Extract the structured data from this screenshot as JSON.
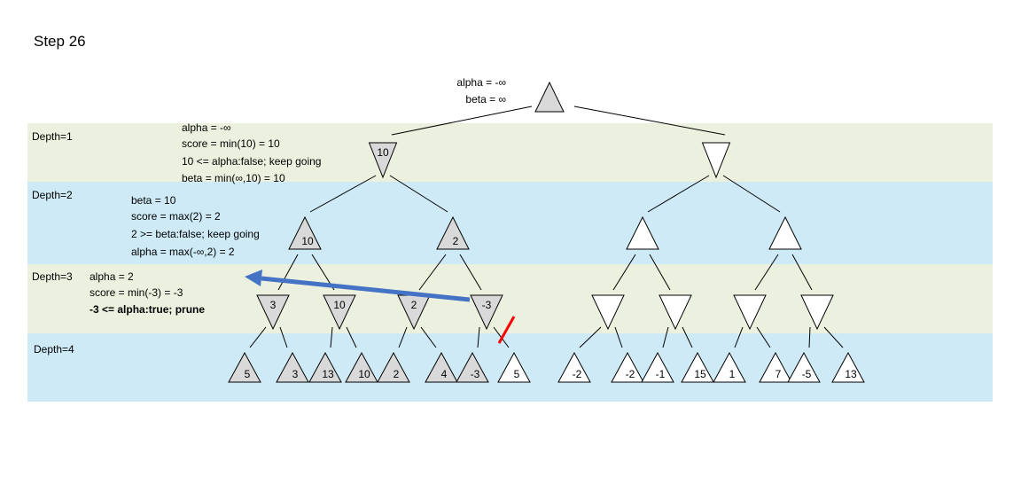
{
  "title": "Step 26",
  "root_annotation": {
    "alpha": "alpha = -∞",
    "beta": "beta = ∞"
  },
  "depth_labels": [
    "Depth=1",
    "Depth=2",
    "Depth=3",
    "Depth=4"
  ],
  "annotations": {
    "depth1": [
      "alpha = -∞",
      "score = min(10) = 10",
      "10 <= alpha:false; keep going",
      "beta = min(∞,10) = 10"
    ],
    "depth2": [
      "beta = 10",
      "score = max(2) = 2",
      "2 >= beta:false; keep going",
      "alpha = max(-∞,2) = 2"
    ],
    "depth3": [
      "alpha = 2",
      "score = min(-3) = -3"
    ],
    "depth3_highlight": "-3 <= alpha:true; prune"
  },
  "colors": {
    "band_green": "#ebf1de",
    "band_blue": "#cdeaf6",
    "node_visited": "#d9d9d9",
    "node_unvisited": "#ffffff",
    "arrow": "#4472c4",
    "prune_mark": "#ff0000",
    "prune_text": "#ff0000"
  },
  "tree": {
    "depth1": [
      {
        "label": "10",
        "visited": true
      },
      {
        "label": "",
        "visited": false
      }
    ],
    "depth2": [
      {
        "label": "10",
        "visited": true
      },
      {
        "label": "2",
        "visited": true
      },
      {
        "label": "",
        "visited": false
      },
      {
        "label": "",
        "visited": false
      }
    ],
    "depth3": [
      {
        "label": "3",
        "visited": true
      },
      {
        "label": "10",
        "visited": true
      },
      {
        "label": "2",
        "visited": true
      },
      {
        "label": "-3",
        "visited": true
      },
      {
        "label": "",
        "visited": false
      },
      {
        "label": "",
        "visited": false
      },
      {
        "label": "",
        "visited": false
      },
      {
        "label": "",
        "visited": false
      }
    ],
    "leaves": [
      {
        "label": "5",
        "visited": true
      },
      {
        "label": "3",
        "visited": true
      },
      {
        "label": "13",
        "visited": true
      },
      {
        "label": "10",
        "visited": true
      },
      {
        "label": "2",
        "visited": true
      },
      {
        "label": "4",
        "visited": true
      },
      {
        "label": "-3",
        "visited": true
      },
      {
        "label": "5",
        "visited": false
      },
      {
        "label": "-2",
        "visited": false
      },
      {
        "label": "-2",
        "visited": false
      },
      {
        "label": "-1",
        "visited": false
      },
      {
        "label": "15",
        "visited": false
      },
      {
        "label": "1",
        "visited": false
      },
      {
        "label": "7",
        "visited": false
      },
      {
        "label": "-5",
        "visited": false
      },
      {
        "label": "13",
        "visited": false
      }
    ]
  }
}
